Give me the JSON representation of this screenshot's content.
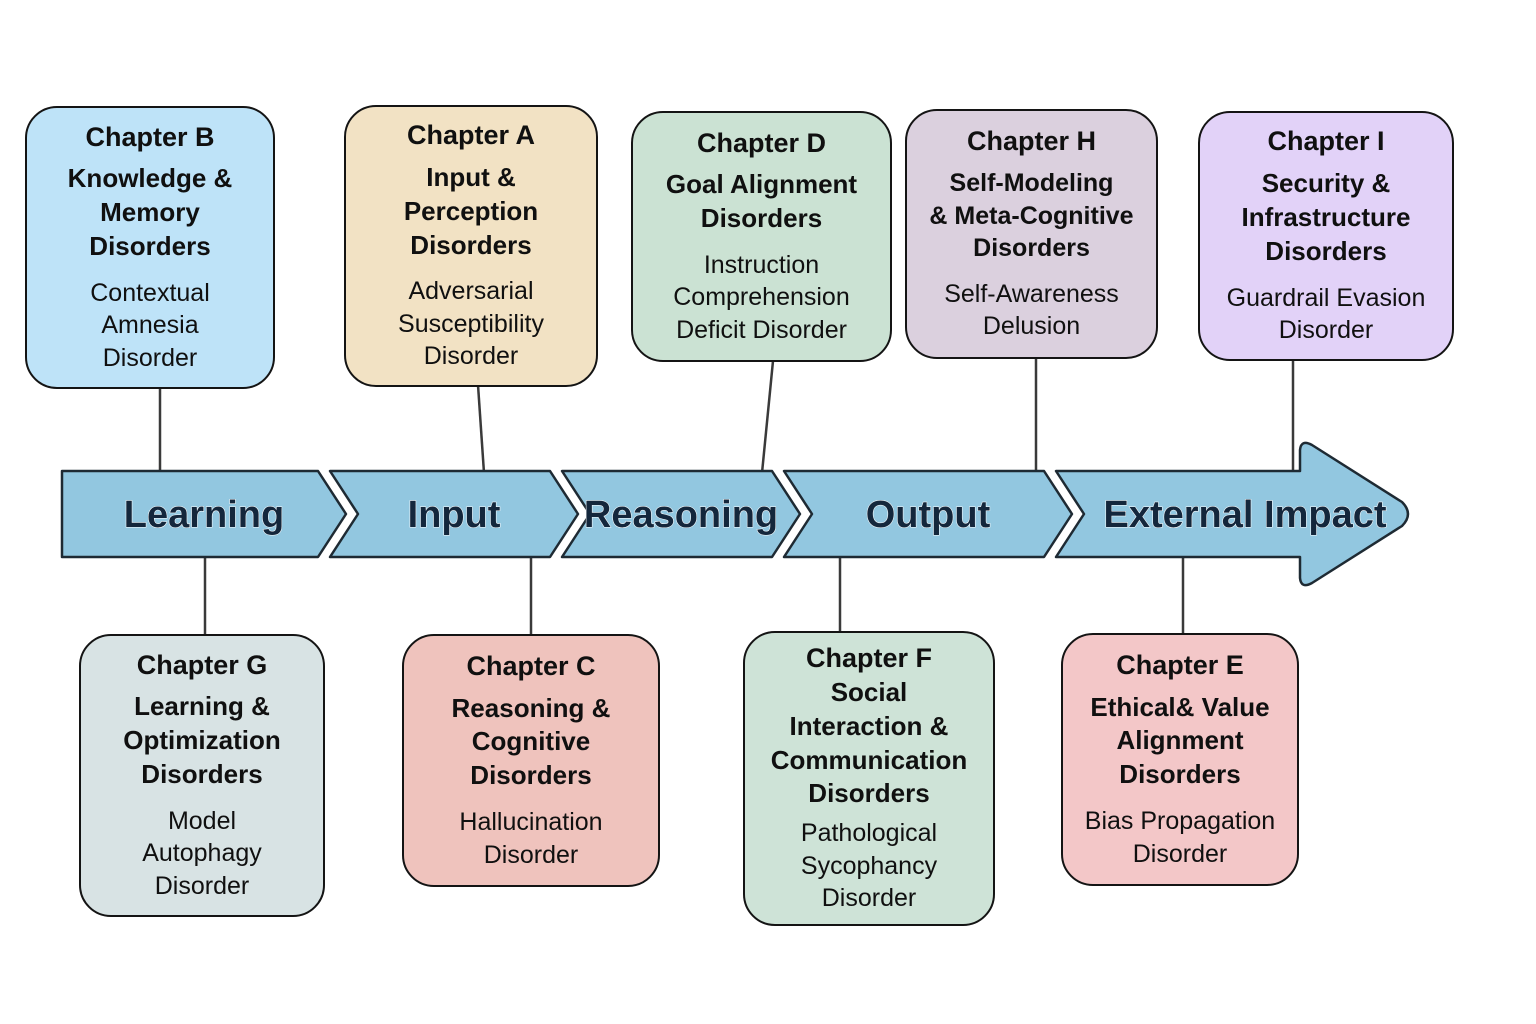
{
  "timeline": {
    "stages": [
      {
        "label": "Learning"
      },
      {
        "label": "Input"
      },
      {
        "label": "Reasoning"
      },
      {
        "label": "Output"
      },
      {
        "label": "External Impact"
      }
    ]
  },
  "top_boxes": [
    {
      "chapter_label": "Chapter B",
      "group": "Knowledge &\nMemory\nDisorders",
      "disorder": "Contextual\nAmnesia\nDisorder"
    },
    {
      "chapter_label": "Chapter A",
      "group": "Input &\nPerception\nDisorders",
      "disorder": "Adversarial\nSusceptibility\nDisorder"
    },
    {
      "chapter_label": "Chapter D",
      "group": "Goal Alignment\nDisorders",
      "disorder": "Instruction\nComprehension\nDeficit Disorder"
    },
    {
      "chapter_label": "Chapter H",
      "group": "Self-Modeling\n& Meta-Cognitive\nDisorders",
      "disorder": "Self-Awareness\nDelusion"
    },
    {
      "chapter_label": "Chapter I",
      "group": "Security &\nInfrastructure\nDisorders",
      "disorder": "Guardrail Evasion\nDisorder"
    }
  ],
  "bottom_boxes": [
    {
      "chapter_label": "Chapter G",
      "group": "Learning &\nOptimization\nDisorders",
      "disorder": "Model\nAutophagy\nDisorder"
    },
    {
      "chapter_label": "Chapter C",
      "group": "Reasoning &\nCognitive\nDisorders",
      "disorder": "Hallucination\nDisorder"
    },
    {
      "chapter_label": "Chapter F",
      "group": "Social\nInteraction &\nCommunication\nDisorders",
      "disorder": "Pathological\nSycophancy\nDisorder"
    },
    {
      "chapter_label": "Chapter E",
      "group": "Ethical& Value\nAlignment\nDisorders",
      "disorder": "Bias Propagation\nDisorder"
    }
  ],
  "colors": {
    "background": "#FFFFFF",
    "band_fill": "#92C7E0",
    "band_stroke": "#1E2A33",
    "band_text": "#14273C",
    "box_border": "#141414",
    "connector": "#3A3A3A",
    "text": "#101010",
    "chapter_b_fill": "#BEE3F8",
    "chapter_a_fill": "#F2E2C4",
    "chapter_d_fill": "#CBE2D3",
    "chapter_h_fill": "#DBD0DE",
    "chapter_i_fill": "#E2D2F8",
    "chapter_g_fill": "#D8E3E4",
    "chapter_c_fill": "#EFC3BD",
    "chapter_f_fill": "#CEE3D7",
    "chapter_e_fill": "#F3C7C8"
  }
}
